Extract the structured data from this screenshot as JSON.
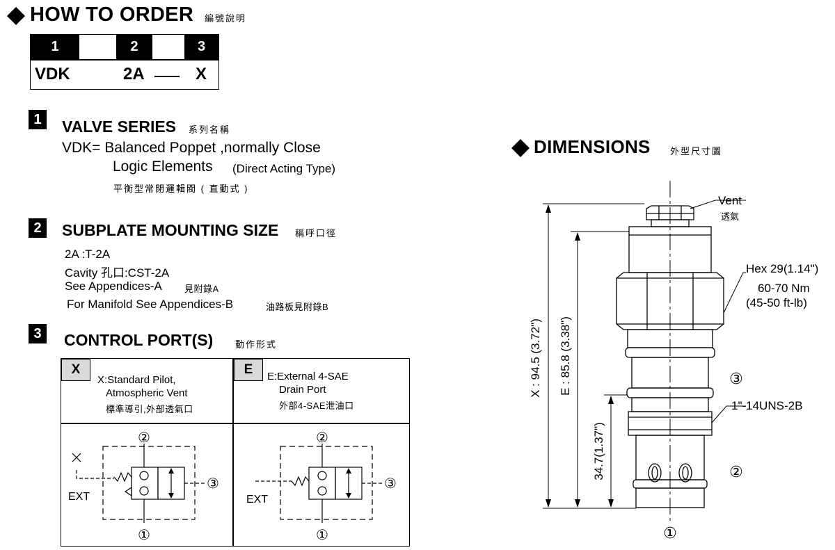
{
  "how_to_order": {
    "title": "HOW TO  ORDER",
    "title_cjk": "編號說明",
    "code_numbers": [
      "1",
      "2",
      "3"
    ],
    "code_values": [
      "VDK",
      "2A",
      "X"
    ]
  },
  "sections": [
    {
      "number": "1",
      "title": "VALVE SERIES",
      "title_cjk": "系列名稱",
      "line1": "VDK= Balanced Poppet ,normally Close",
      "line2_main": "Logic Elements",
      "line2_sub": "(Direct Acting Type)",
      "line3_cjk": "平衡型常閉邏輯閥 ( 直動式 )"
    },
    {
      "number": "2",
      "title": "SUBPLATE MOUNTING SIZE",
      "title_cjk": "稱呼口徑",
      "lines": [
        {
          "text": "2A :T-2A",
          "cjk": ""
        },
        {
          "text": "Cavity 孔口:CST-2A",
          "cjk": ""
        },
        {
          "text": "See Appendices-A",
          "cjk": "見附錄A"
        },
        {
          "text": "For Manifold See Appendices-B",
          "cjk": "油路板見附錄B"
        }
      ]
    },
    {
      "number": "3",
      "title": "CONTROL PORT(S)",
      "title_cjk": "動作形式",
      "options": [
        {
          "letter": "X",
          "line1": "X:Standard Pilot,",
          "line2": "Atmospheric Vent",
          "line3": "標準導引,外部透氣口"
        },
        {
          "letter": "E",
          "line1": "E:External 4-SAE",
          "line2": "Drain Port",
          "line3": "外部4-SAE泄油口"
        }
      ],
      "symbol_labels": {
        "port1": "①",
        "port2": "②",
        "port3": "③",
        "ext": "EXT"
      }
    }
  ],
  "dimensions": {
    "title": "DIMENSIONS",
    "title_cjk": "外型尺寸圖",
    "vent": "Vent",
    "vent_cjk": "透氣",
    "hex": "Hex 29(1.14\")",
    "torque_nm": "60-70 Nm",
    "torque_ftlb": "(45-50 ft-lb)",
    "thread": "1\"-14UNS-2B",
    "dim_x": "X : 94.5 (3.72\")",
    "dim_e": "E : 85.8 (3.38\")",
    "dim_small": "34.7(1.37\")",
    "port1": "①",
    "port2": "②",
    "port3": "③"
  },
  "colors": {
    "ink": "#000000",
    "label_bg": "#d9d9d9"
  }
}
